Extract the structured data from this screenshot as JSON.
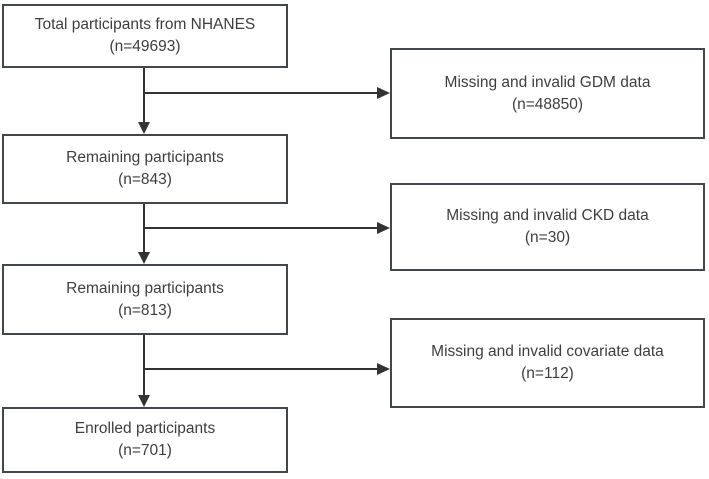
{
  "colors": {
    "background": "#ffffff",
    "box_border": "#43474c",
    "text": "#3e3e3e",
    "arrow": "#333333"
  },
  "flow": {
    "steps": [
      {
        "label": "Total participants from NHANES",
        "n": "(n=49693)"
      },
      {
        "label": "Remaining participants",
        "n": "(n=843)"
      },
      {
        "label": "Remaining participants",
        "n": "(n=813)"
      },
      {
        "label": "Enrolled participants",
        "n": "(n=701)"
      }
    ],
    "exclusions": [
      {
        "label": "Missing and invalid GDM data",
        "n": "(n=48850)"
      },
      {
        "label": "Missing and invalid CKD data",
        "n": "(n=30)"
      },
      {
        "label": "Missing and invalid covariate data",
        "n": "(n=112)"
      }
    ]
  }
}
